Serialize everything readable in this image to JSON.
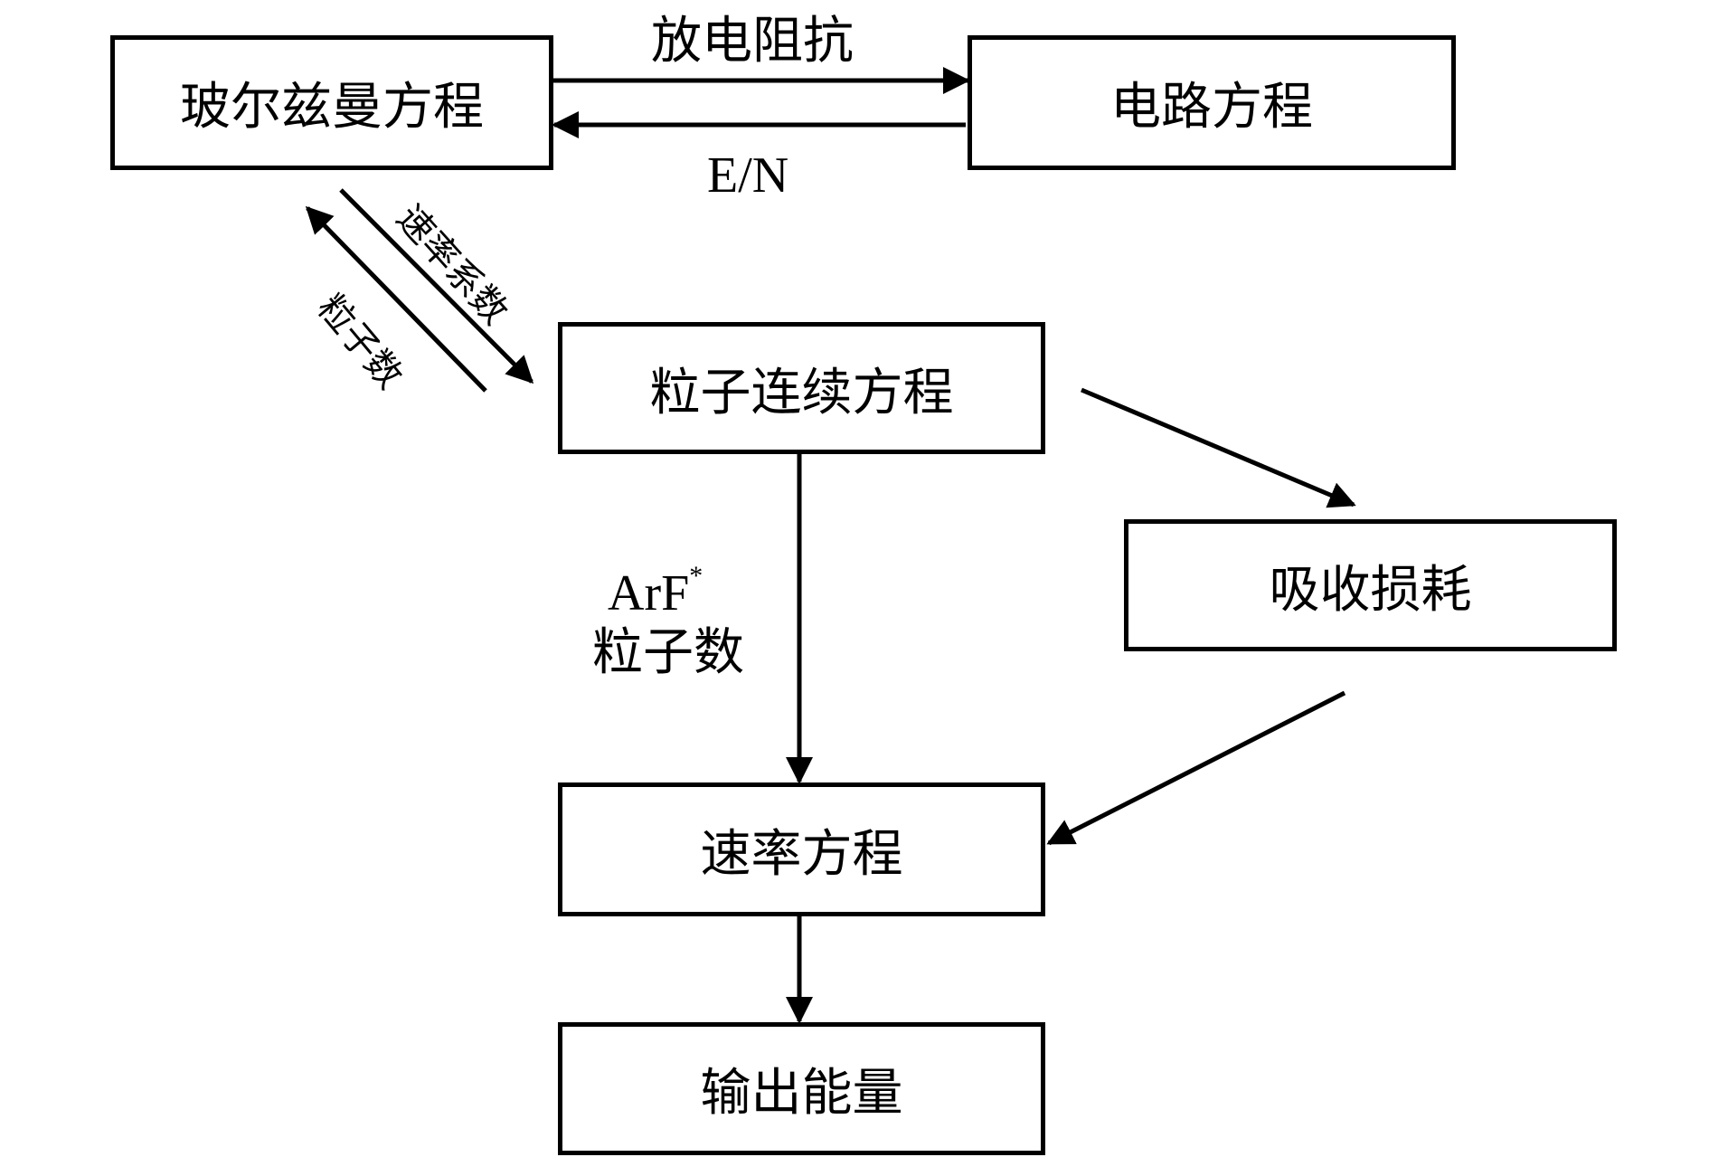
{
  "diagram": {
    "nodes": {
      "boltzmann": "玻尔兹曼方程",
      "circuit": "电路方程",
      "continuity": "粒子连续方程",
      "absorption": "吸收损耗",
      "rate": "速率方程",
      "output": "输出能量"
    },
    "edges": {
      "boltzmann_to_circuit": "放电阻抗",
      "circuit_to_boltzmann": "E/N",
      "boltzmann_to_continuity": "速率系数",
      "continuity_to_boltzmann": "粒子数",
      "continuity_to_rate_line1": "ArF",
      "continuity_to_rate_sup": "*",
      "continuity_to_rate_line2": "粒子数"
    },
    "colors": {
      "stroke": "#000000",
      "background": "#ffffff"
    }
  }
}
